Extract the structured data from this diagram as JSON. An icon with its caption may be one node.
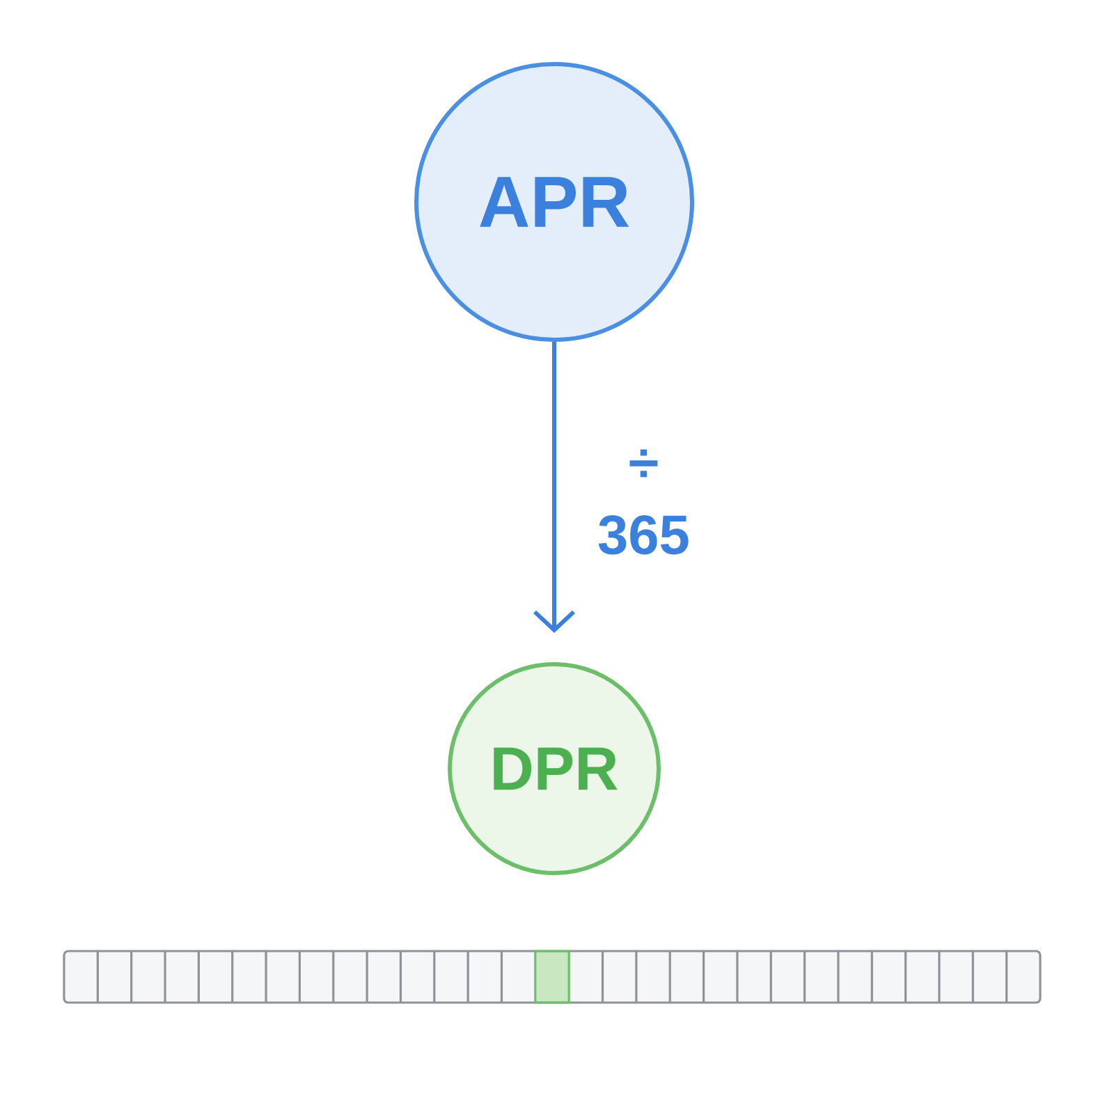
{
  "diagram": {
    "nodes": [
      {
        "text": [
          "APR"
        ]
      },
      {
        "text": [
          "DPR"
        ]
      }
    ],
    "edges": [
      {
        "from": 0,
        "to": 1,
        "arrow": "to",
        "label": "÷ 365"
      }
    ]
  }
}
